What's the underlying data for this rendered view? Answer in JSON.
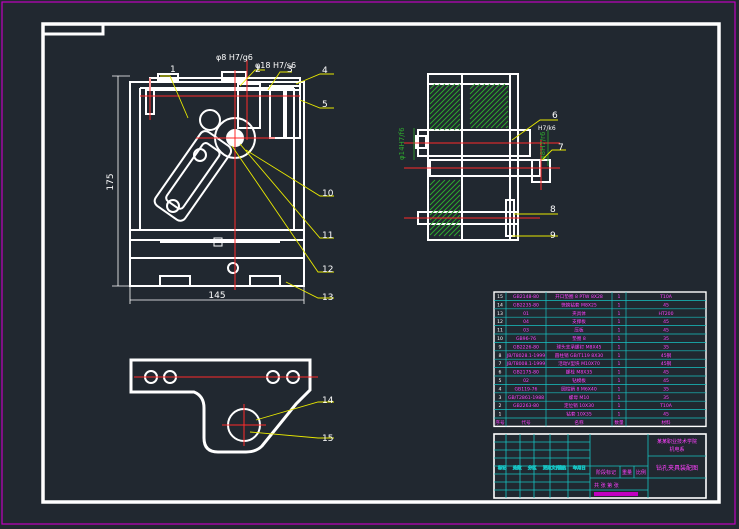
{
  "colors": {
    "background": "#212830",
    "paper_border": "#c000c0",
    "frame": "#ffffff",
    "leader": "#e8e800",
    "centerline": "#ff2a2a",
    "hatch": "#2ea82e",
    "table_grid": "#17c2c2",
    "table_text": "#ff40ff",
    "dim_text": "#ffffff"
  },
  "views": {
    "front_view": {
      "part_numbers": [
        "1",
        "2",
        "3",
        "4",
        "5",
        "10",
        "11",
        "12",
        "13"
      ],
      "fits": [
        "φ8 H7/g6",
        "φ18 H7/s6"
      ],
      "dimensions": {
        "height": "175",
        "width": "145"
      }
    },
    "side_view": {
      "part_numbers": [
        "6",
        "7",
        "8",
        "9"
      ],
      "fits": [
        "φ14H7/f6",
        "φ8H7/r6",
        "H7/k6"
      ]
    },
    "bottom_view": {
      "part_numbers": [
        "14",
        "15"
      ]
    }
  },
  "parts_list": {
    "rows": [
      {
        "no": "15",
        "std": "GB2148-80",
        "name": "开口垫圈 8 PTW 8X28",
        "qty": "1",
        "mat": "T10A"
      },
      {
        "no": "14",
        "std": "GB2235-80",
        "name": "快换钻套 M8X25",
        "qty": "1",
        "mat": "45"
      },
      {
        "no": "13",
        "std": "01",
        "name": "夹具体",
        "qty": "1",
        "mat": "HT200"
      },
      {
        "no": "12",
        "std": "04",
        "name": "支撑板",
        "qty": "1",
        "mat": "45"
      },
      {
        "no": "11",
        "std": "03",
        "name": "压板",
        "qty": "1",
        "mat": "45"
      },
      {
        "no": "10",
        "std": "GB96-76",
        "name": "垫圈 8",
        "qty": "1",
        "mat": "35"
      },
      {
        "no": "9",
        "std": "GB2226-80",
        "name": "球头支承螺钉 M8X45",
        "qty": "1",
        "mat": "35"
      },
      {
        "no": "8",
        "std": "JB/T8028.1-1999",
        "name": "圆柱销 GB/T119 8X30",
        "qty": "1",
        "mat": "45钢"
      },
      {
        "no": "7",
        "std": "JB/T8008.1-1999",
        "name": "活动V型块 M10X70",
        "qty": "1",
        "mat": "45钢"
      },
      {
        "no": "6",
        "std": "GB2175-80",
        "name": "螺栓 M8X35",
        "qty": "1",
        "mat": "45"
      },
      {
        "no": "5",
        "std": "02",
        "name": "钻模板",
        "qty": "1",
        "mat": "45"
      },
      {
        "no": "4",
        "std": "GB119-76",
        "name": "圆柱销 8 M6X40",
        "qty": "1",
        "mat": "35"
      },
      {
        "no": "3",
        "std": "GB/T2861-1988",
        "name": "螺母 M10",
        "qty": "1",
        "mat": "35"
      },
      {
        "no": "2",
        "std": "GB2263-80",
        "name": "定位销 10X30",
        "qty": "1",
        "mat": "T10A"
      },
      {
        "no": "1",
        "std": "",
        "name": "钻套 10X35",
        "qty": "1",
        "mat": "45"
      }
    ],
    "header": {
      "no": "序号",
      "std": "代号",
      "name": "名称",
      "qty": "数量",
      "mat": "材料"
    }
  },
  "title_block": {
    "school": "某某职业技术学院",
    "dept": "机电系",
    "drawing_title": "钻孔夹具装配图",
    "labels": [
      "标记",
      "处数",
      "分区",
      "更改文件号",
      "签名",
      "年月日"
    ],
    "stage_labels": [
      "阶段标记",
      "重量",
      "比例"
    ],
    "sheet": "共 张 第 张"
  }
}
